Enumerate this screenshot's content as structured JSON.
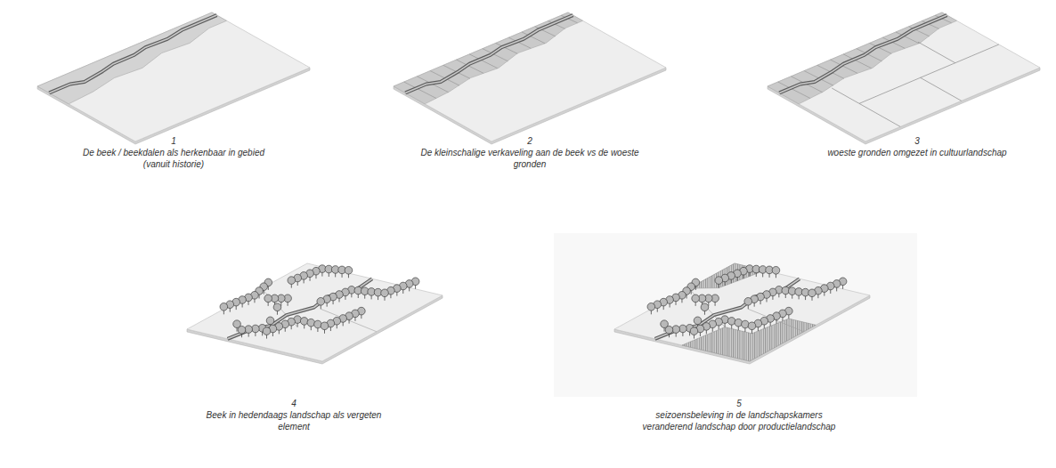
{
  "diagram": {
    "labels": [
      "1",
      "De beek / beekdalen als herkenbaar in gebied (vanuit historie)",
      "2",
      "De kleinschalige verkaveling aan de beek vs de woeste gronden",
      "3",
      "woeste gronden omgezet in cultuurlandschap",
      "4",
      "Beek in hedendaags landschap als vergeten element",
      "5",
      "seizoensbeleving in de landschapskamers veranderend landschap door productielandschap"
    ]
  }
}
